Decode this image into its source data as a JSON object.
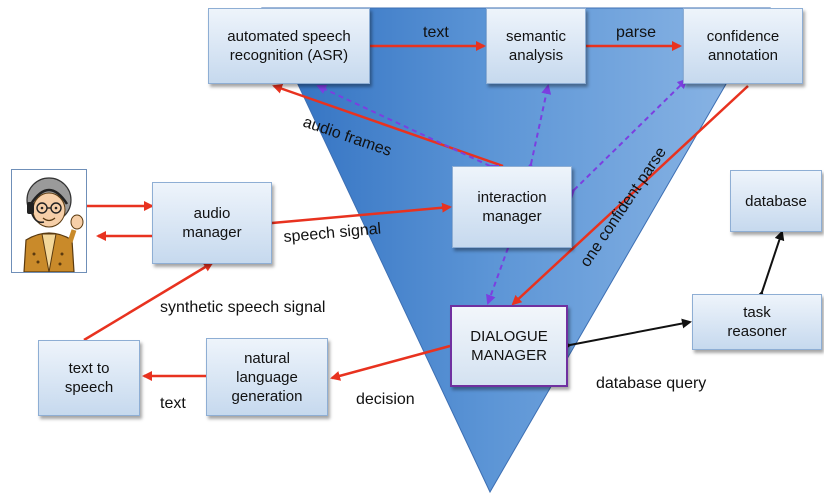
{
  "modules": {
    "asr": "automated speech\nrecognition  (ASR)",
    "semantic": "semantic\nanalysis",
    "confidence": "confidence\nannotation",
    "audio_manager": "audio\nmanager",
    "interaction_manager": "interaction\nmanager",
    "database": "database",
    "task_reasoner": "task\nreasoner",
    "dialogue_manager": "DIALOGUE\nMANAGER",
    "nlg": "natural\nlanguage\ngeneration",
    "tts": "text to\nspeech"
  },
  "edges": {
    "text_top": "text",
    "parse": "parse",
    "audio_frames": "audio frames",
    "speech_signal": "speech signal",
    "one_confident_parse": "one confident parse",
    "synthetic_speech_signal": "synthetic speech signal",
    "text_bottom": "text",
    "decision": "decision",
    "database_query": "database query"
  },
  "colors": {
    "triangle": "#5b8fd0",
    "data_arrow": "#e8321f",
    "control_arrow": "#7b3fe0",
    "db_arrow": "#111111",
    "dm_border": "#7030a0"
  },
  "icons": {
    "user": "user-avatar-icon"
  }
}
